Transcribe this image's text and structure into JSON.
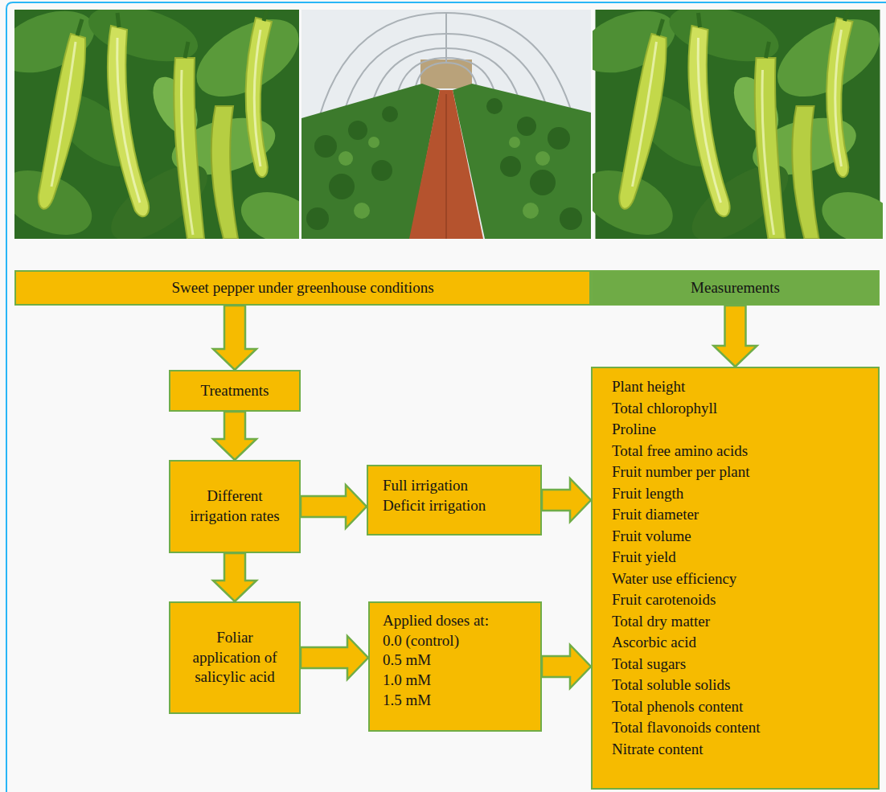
{
  "diagram": {
    "nodes": [
      {
        "text": [
          "Sweet pepper under greenhouse conditions"
        ]
      },
      {
        "text": [
          "Measurements"
        ]
      },
      {
        "text": [
          "Treatments"
        ]
      },
      {
        "text": [
          "Different irrigation rates"
        ]
      },
      {
        "text": [
          "Full irrigation",
          "Deficit irrigation"
        ]
      },
      {
        "text": [
          "Foliar application of salicylic acid"
        ]
      },
      {
        "text": [
          "Applied doses at:",
          "0.0 (control)",
          "0.5 mM",
          "1.0 mM",
          "1.5 mM"
        ]
      },
      {
        "text": [
          "Plant height",
          "Total chlorophyll",
          "Proline",
          "Total free amino acids",
          "Fruit number per plant",
          "Fruit length",
          "Fruit diameter",
          "Fruit volume",
          "Fruit yield",
          "Water use efficiency",
          "Fruit carotenoids",
          "Total dry matter",
          "Ascorbic acid",
          "Total sugars",
          "Total soluble solids",
          "Total phenols content",
          "Total flavonoids content",
          "Nitrate content"
        ]
      }
    ],
    "edges": [
      {
        "from": 0,
        "to": 2,
        "arrow": "to"
      },
      {
        "from": 2,
        "to": 3,
        "arrow": "to"
      },
      {
        "from": 3,
        "to": 4,
        "arrow": "to"
      },
      {
        "from": 3,
        "to": 5,
        "arrow": "to"
      },
      {
        "from": 5,
        "to": 6,
        "arrow": "to"
      },
      {
        "from": 1,
        "to": 7,
        "arrow": "to"
      },
      {
        "from": 4,
        "to": 7,
        "arrow": "to"
      },
      {
        "from": 6,
        "to": 7,
        "arrow": "to"
      }
    ]
  }
}
